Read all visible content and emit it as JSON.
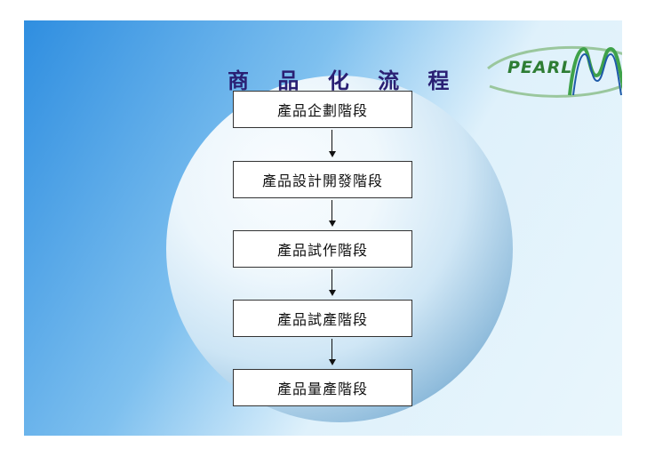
{
  "title": "商 品 化 流 程",
  "logo": {
    "text": "PEARL"
  },
  "steps": [
    {
      "label": "產品企劃階段"
    },
    {
      "label": "產品設計開發階段"
    },
    {
      "label": "產品試作階段"
    },
    {
      "label": "產品試產階段"
    },
    {
      "label": "產品量產階段"
    }
  ],
  "colors": {
    "title": "#2a1f73",
    "logo_text": "#2e7d34",
    "logo_mark_green": "#3fa24a",
    "logo_mark_blue": "#1e5aa8",
    "background_blue": "#2f8ee0"
  }
}
